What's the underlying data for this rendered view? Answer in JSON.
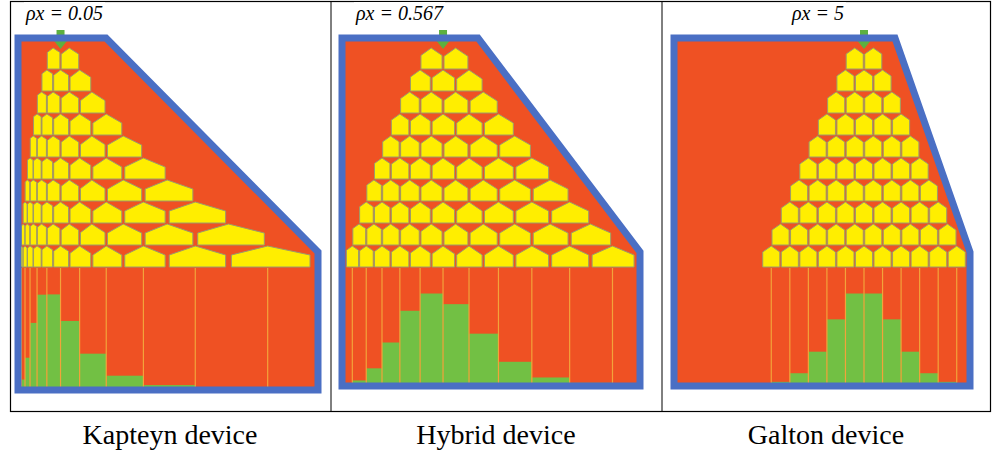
{
  "diagram": {
    "labels": [
      "ρx = 0.05",
      "ρx = 0.567",
      "ρx = 5",
      "Kapteyn device",
      "Hybrid device",
      "Galton device"
    ]
  }
}
